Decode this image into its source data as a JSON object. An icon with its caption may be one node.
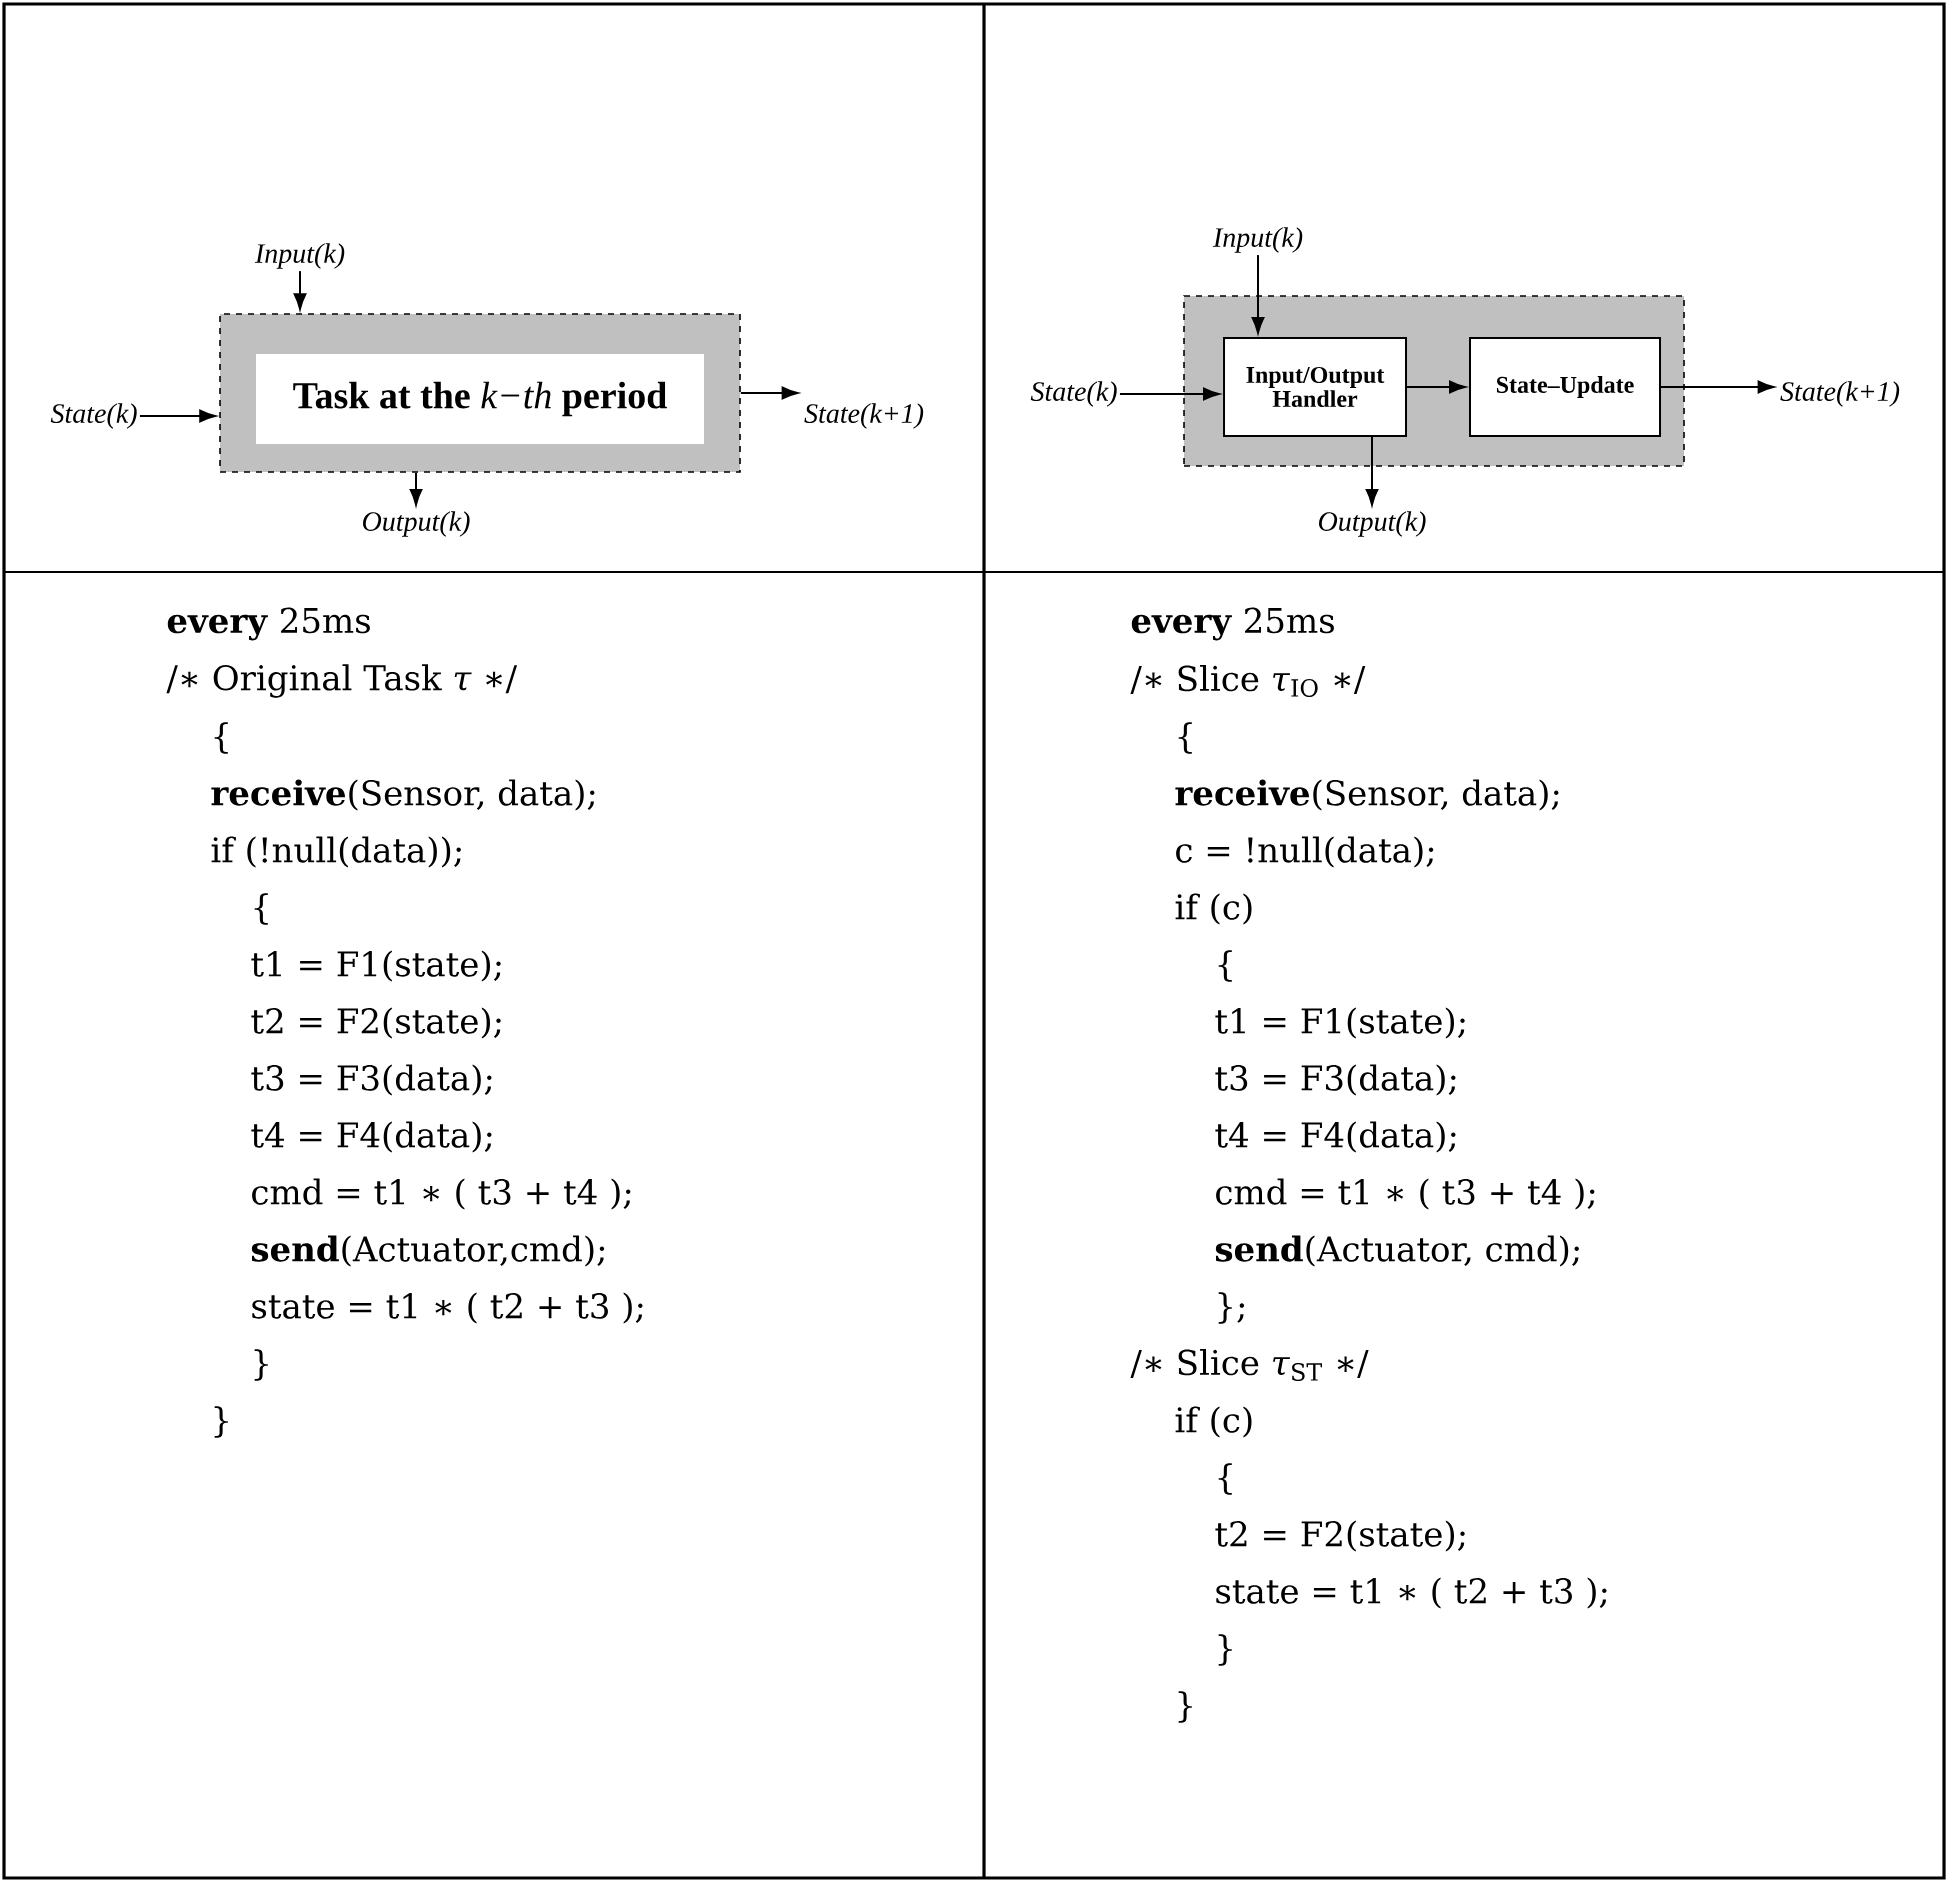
{
  "diagram": {
    "nodes": [
      {
        "text": [],
        "shape": "box"
      },
      {
        "text": [
          "**Task at the** *k−th* **period**"
        ],
        "in": 0
      },
      {
        "text": [
          "Input(k)"
        ]
      },
      {
        "text": [
          "State(k)"
        ]
      },
      {
        "text": [
          "State(k+1)"
        ]
      },
      {
        "text": [
          "Output(k)"
        ]
      },
      {
        "text": [],
        "shape": "box"
      },
      {
        "text": [
          "Input/Output Handler"
        ],
        "in": 6
      },
      {
        "text": [
          "State–Update"
        ],
        "in": 6
      },
      {
        "text": [
          "Input(k)"
        ]
      },
      {
        "text": [
          "State(k)"
        ]
      },
      {
        "text": [
          "State(k+1)"
        ]
      },
      {
        "text": [
          "Output(k)"
        ]
      }
    ],
    "edges": [
      {
        "from": 2,
        "to": 0,
        "arrow": "to"
      },
      {
        "from": 3,
        "to": 0,
        "arrow": "to"
      },
      {
        "from": 0,
        "to": 4,
        "arrow": "to"
      },
      {
        "from": 0,
        "to": 5,
        "arrow": "to"
      },
      {
        "from": 9,
        "to": 7,
        "arrow": "to"
      },
      {
        "from": 10,
        "to": 7,
        "arrow": "to"
      },
      {
        "from": 7,
        "to": 8,
        "arrow": "to"
      },
      {
        "from": 8,
        "to": 11,
        "arrow": "to"
      },
      {
        "from": 7,
        "to": 12,
        "arrow": "to"
      }
    ],
    "labels": [
      "**every** 25ms",
      "/∗ Original Task *τ* ∗/",
      "{",
      "**receive**(Sensor, data);",
      "if (!null(data));",
      "{",
      "t1 = F1(state);",
      "t2 = F2(state);",
      "t3 = F3(data);",
      "t4 = F4(data);",
      "cmd = t1 ∗ ( t3 + t4 );",
      "**send**(Actuator,cmd);",
      "state = t1 ∗ ( t2 + t3 );",
      "}",
      "}",
      "**every** 25ms",
      "/∗ Slice *τ*$_{IO}$ ∗/",
      "{",
      "**receive**(Sensor, data);",
      "c = !null(data);",
      "if (c)",
      "{",
      "t1 = F1(state);",
      "t3 = F3(data);",
      "t4 = F4(data);",
      "cmd = t1 ∗ ( t3 + t4 );",
      "**send**(Actuator, cmd);",
      "};",
      "/∗ Slice *τ*$_{ST}$ ∗/",
      "if (c)",
      "{",
      "t2 = F2(state);",
      "state = t1 ∗ ( t2 + t3 );",
      "}",
      "}"
    ]
  }
}
